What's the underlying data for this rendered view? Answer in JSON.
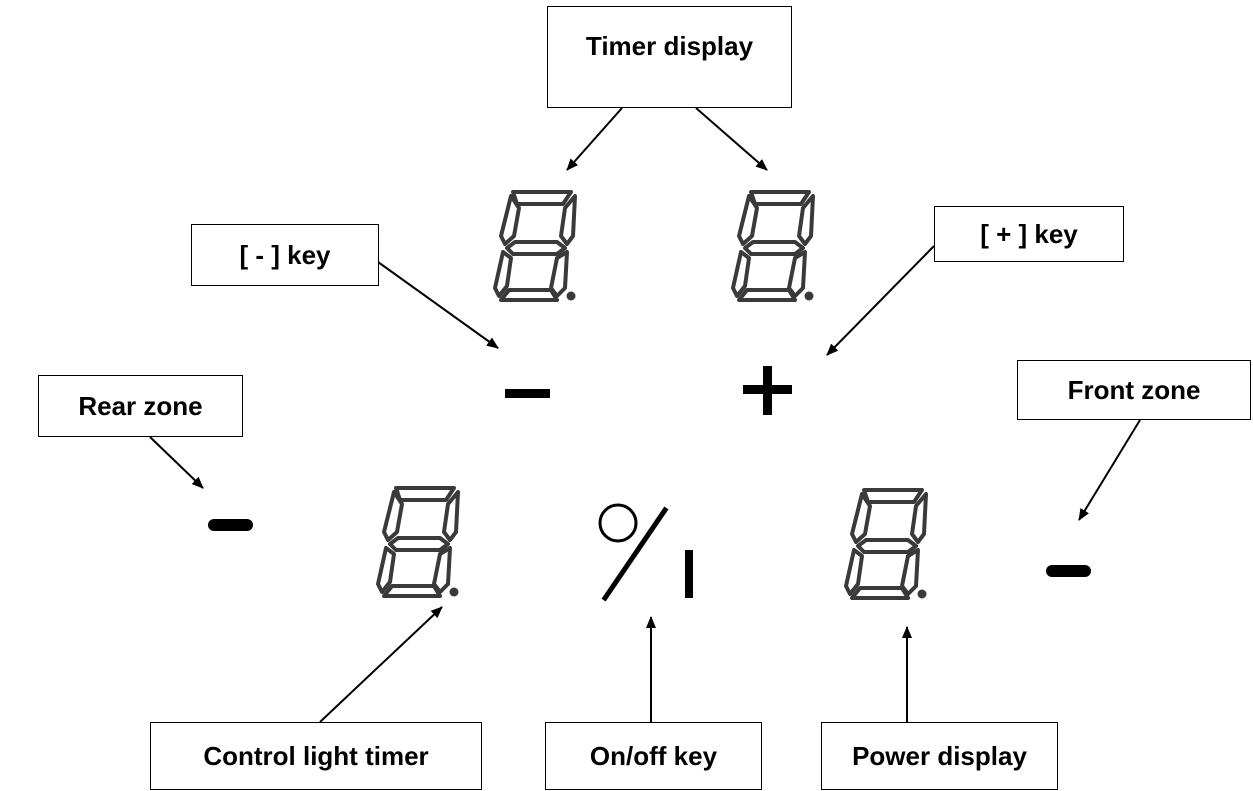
{
  "labels": {
    "timer_display": "Timer display",
    "minus_key": "[ - ] key",
    "plus_key": "[ + ] key",
    "rear_zone": "Rear zone",
    "front_zone": "Front zone",
    "control_light_timer": "Control light timer",
    "on_off_key": "On/off key",
    "power_display": "Power display"
  },
  "symbols": {
    "minus": "minus-symbol",
    "plus": "plus-symbol",
    "on_off": "on-off-symbol",
    "zone_indicator": "zone-dash-icon"
  },
  "colors": {
    "ink": "#000000",
    "segment_outline": "#3a3a3a",
    "segment_fill": "#ffffff",
    "background": "#ffffff"
  }
}
